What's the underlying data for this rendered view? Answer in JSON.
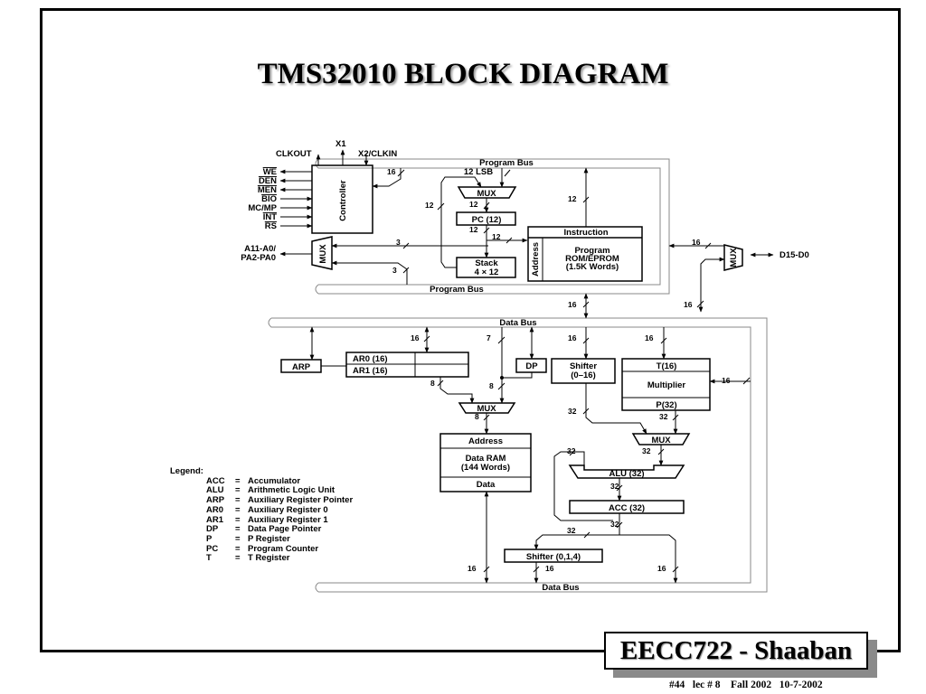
{
  "slide": {
    "title": "TMS32010 BLOCK DIAGRAM",
    "badge": "EECC722 - Shaaban",
    "footer": "#44   lec # 8    Fall 2002   10-7-2002"
  },
  "diagram": {
    "controller": {
      "label": "Controller",
      "top_pins": [
        "CLKOUT",
        "X1",
        "X2/CLKIN"
      ],
      "side_pins": [
        "WE",
        "DEN",
        "MEN",
        "BIO",
        "MC/MP",
        "INT",
        "RS"
      ]
    },
    "address_mux": {
      "label": "MUX",
      "output": "A11-A0/",
      "output2": "PA2-PA0"
    },
    "data_mux": {
      "label": "MUX",
      "output": "D15-D0"
    },
    "program_bus": "Program Bus",
    "data_bus": "Data Bus",
    "pc_mux": "MUX",
    "lsb": "12 LSB",
    "pc": "PC (12)",
    "stack": [
      "Stack",
      "4 × 12"
    ],
    "rom": {
      "instruction": "Instruction",
      "address": "Address",
      "body": [
        "Program",
        "ROM/EPROM",
        "(1.5K Words)"
      ]
    },
    "arp": "ARP",
    "ar0": "AR0 (16)",
    "ar1": "AR1 (16)",
    "dp": "DP",
    "shifter1": [
      "Shifter",
      "(0–16)"
    ],
    "multiplier": {
      "t": "T(16)",
      "body": "Multiplier",
      "p": "P(32)"
    },
    "ram_mux": "MUX",
    "ram": {
      "address": "Address",
      "body": [
        "Data RAM",
        "(144 Words)"
      ],
      "data": "Data"
    },
    "alu_mux": "MUX",
    "alu": "ALU (32)",
    "acc": "ACC (32)",
    "shifter2": "Shifter (0,1,4)",
    "widths": {
      "w16": "16",
      "w12": "12",
      "w3": "3",
      "w7": "7",
      "w8": "8",
      "w32": "32"
    }
  },
  "legend": {
    "title": "Legend:",
    "items": [
      {
        "abbr": "ACC",
        "desc": "Accumulator"
      },
      {
        "abbr": "ALU",
        "desc": "Arithmetic Logic Unit"
      },
      {
        "abbr": "ARP",
        "desc": "Auxiliary Register Pointer"
      },
      {
        "abbr": "AR0",
        "desc": "Auxiliary Register 0"
      },
      {
        "abbr": "AR1",
        "desc": "Auxiliary Register 1"
      },
      {
        "abbr": "DP",
        "desc": "Data Page Pointer"
      },
      {
        "abbr": "P",
        "desc": "P Register"
      },
      {
        "abbr": "PC",
        "desc": "Program Counter"
      },
      {
        "abbr": "T",
        "desc": "T Register"
      }
    ]
  }
}
